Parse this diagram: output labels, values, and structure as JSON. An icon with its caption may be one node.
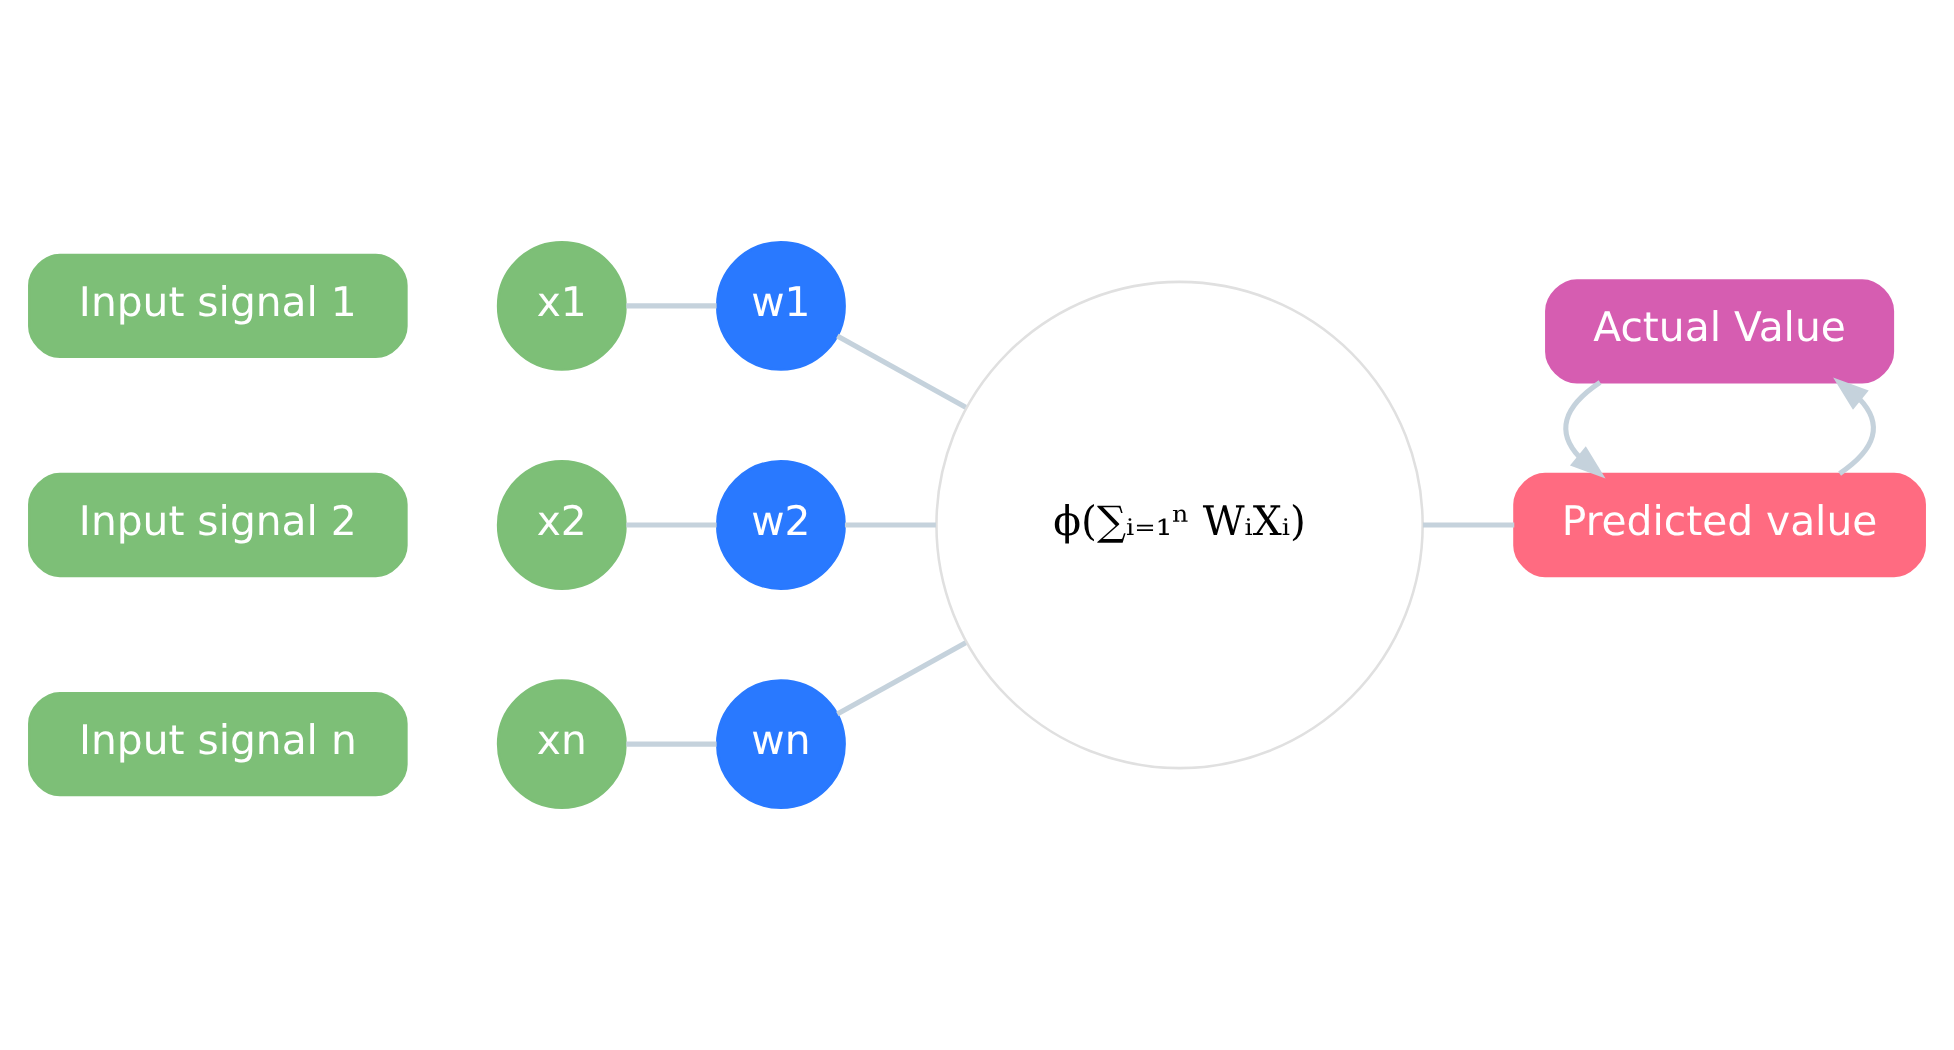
{
  "diagram": {
    "nodes": [
      {
        "text": [
          "Input signal 1"
        ]
      },
      {
        "text": [
          "x1"
        ]
      },
      {
        "text": [
          "w1"
        ]
      },
      {
        "text": [
          "Input signal 2"
        ]
      },
      {
        "text": [
          "x2"
        ]
      },
      {
        "text": [
          "w2"
        ]
      },
      {
        "text": [
          "Input signal n"
        ]
      },
      {
        "text": [
          "xn"
        ]
      },
      {
        "text": [
          "wn"
        ]
      },
      {
        "text": [
          "ϕ(∑ᵢ₌₁ⁿ WᵢXᵢ)"
        ]
      },
      {
        "text": [
          "Predicted value"
        ]
      },
      {
        "text": [
          "Actual Value"
        ]
      }
    ],
    "edges": [
      {
        "from": 1,
        "to": 2,
        "arrow": "none"
      },
      {
        "from": 2,
        "to": 9,
        "arrow": "none"
      },
      {
        "from": 4,
        "to": 5,
        "arrow": "none"
      },
      {
        "from": 5,
        "to": 9,
        "arrow": "none"
      },
      {
        "from": 7,
        "to": 8,
        "arrow": "none"
      },
      {
        "from": 8,
        "to": 9,
        "arrow": "none"
      },
      {
        "from": 9,
        "to": 10,
        "arrow": "none"
      },
      {
        "from": 10,
        "to": 11,
        "arrow": "to"
      },
      {
        "from": 11,
        "to": 10,
        "arrow": "to"
      }
    ]
  }
}
